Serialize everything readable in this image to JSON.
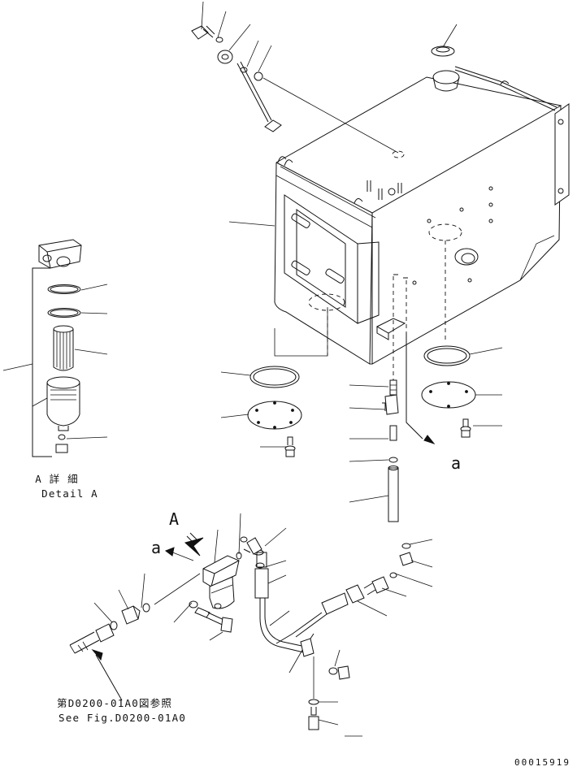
{
  "detail_label": {
    "jp": "A 詳 細",
    "en": "Detail A"
  },
  "view_marker": "A",
  "ref_marker": "a",
  "reference_note": {
    "jp": "第D0200-01A0図参照",
    "en": "See Fig.D0200-01A0"
  },
  "drawing_number": "00015919"
}
